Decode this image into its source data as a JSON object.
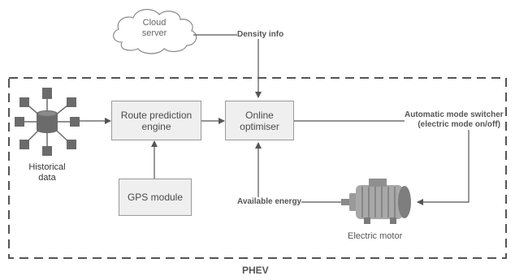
{
  "diagram": {
    "cloud_label_line1": "Cloud",
    "cloud_label_line2": "server",
    "density_info": "Density info",
    "route_prediction_line1": "Route prediction",
    "route_prediction_line2": "engine",
    "online_optimiser_line1": "Online",
    "online_optimiser_line2": "optimiser",
    "gps_module": "GPS module",
    "historical_line1": "Historical",
    "historical_line2": "data",
    "auto_switch_line1": "Automatic mode switcher",
    "auto_switch_line2": "(electric mode on/off)",
    "available_energy": "Available energy",
    "electric_motor": "Electric motor",
    "phev": "PHEV"
  },
  "colors": {
    "line": "#555555",
    "box_fill": "#efefef",
    "box_border": "#9a9a9a",
    "icon_fill": "#6b6b6b",
    "dashed_border": "#555555"
  },
  "icons": {
    "cloud": "cloud-icon",
    "database": "database-network-icon",
    "motor": "electric-motor-icon"
  }
}
